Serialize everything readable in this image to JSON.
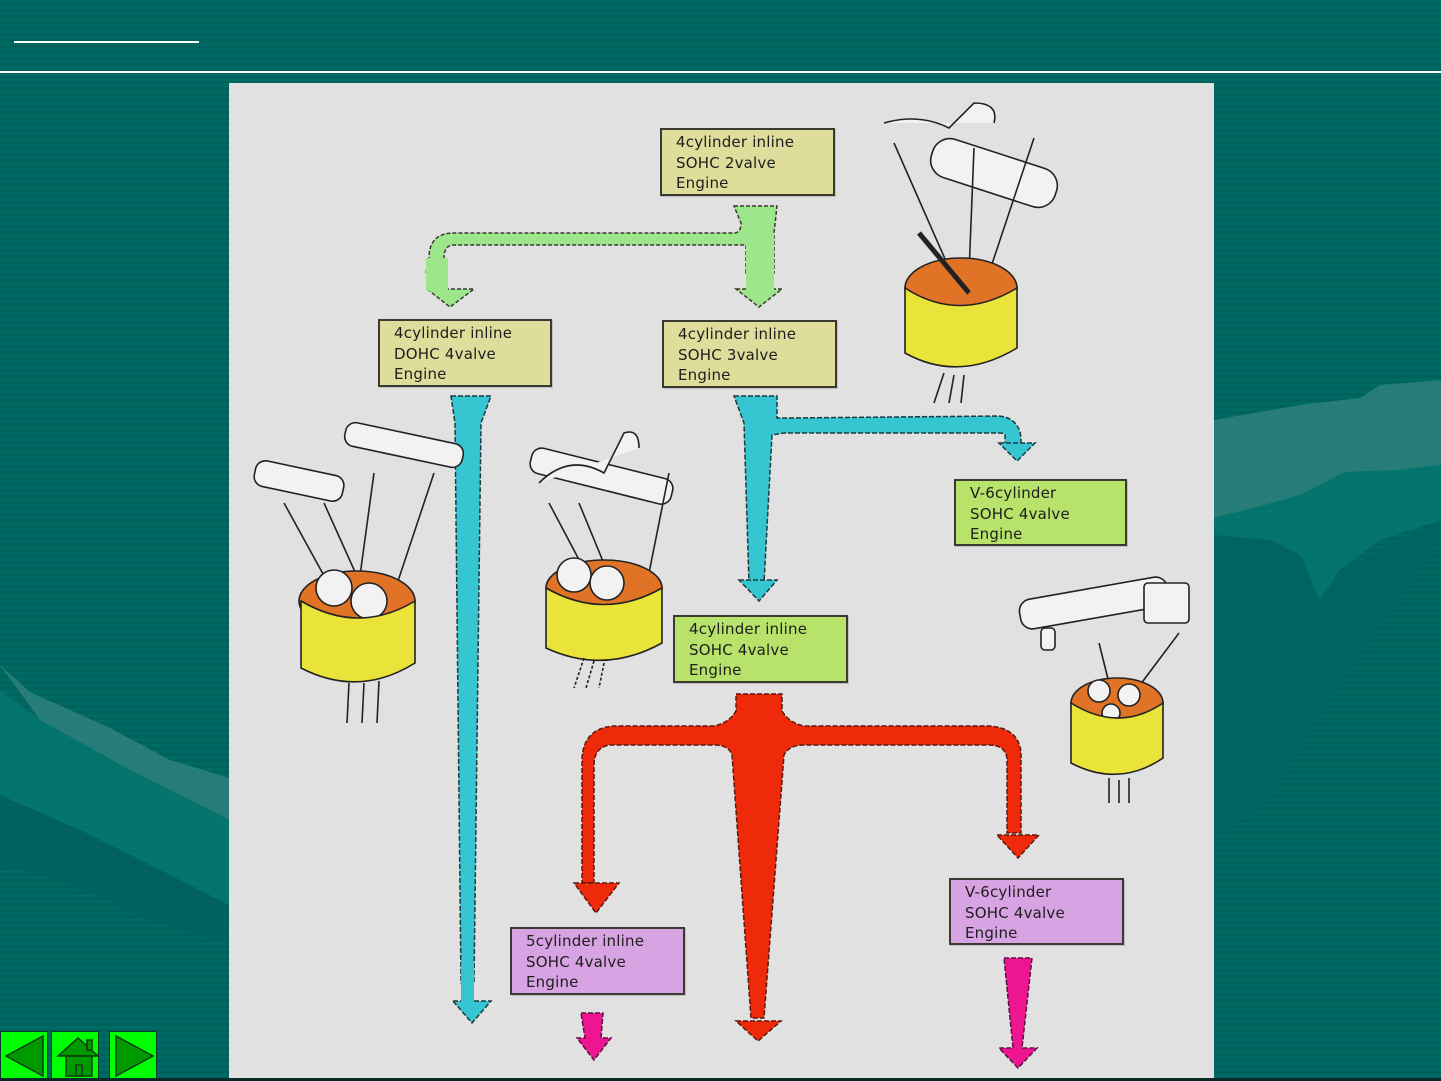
{
  "slide": {
    "title": "",
    "background_color": "#006a65",
    "panel_color": "#e1e1e1"
  },
  "diagram": {
    "type": "engine-evolution-flowchart",
    "nodes": [
      {
        "id": "i4_sohc_2v",
        "lines": [
          "4cylinder inline",
          "SOHC 2valve",
          "Engine"
        ],
        "fill": "#dedd9b"
      },
      {
        "id": "i4_dohc_4v",
        "lines": [
          "4cylinder inline",
          "DOHC 4valve",
          "Engine"
        ],
        "fill": "#dedd9b"
      },
      {
        "id": "i4_sohc_3v",
        "lines": [
          "4cylinder inline",
          "SOHC 3valve",
          "Engine"
        ],
        "fill": "#dedd9b"
      },
      {
        "id": "v6_sohc_4v_a",
        "lines": [
          "V-6cylinder",
          "SOHC 4valve",
          "Engine"
        ],
        "fill": "#b7e36a"
      },
      {
        "id": "i4_sohc_4v",
        "lines": [
          "4cylinder inline",
          "SOHC 4valve",
          "Engine"
        ],
        "fill": "#b7e36a"
      },
      {
        "id": "i5_sohc_4v",
        "lines": [
          "5cylinder inline",
          "SOHC 4valve",
          "Engine"
        ],
        "fill": "#d8a3e3"
      },
      {
        "id": "v6_sohc_4v_b",
        "lines": [
          "V-6cylinder",
          "SOHC 4valve",
          "Engine"
        ],
        "fill": "#d8a3e3"
      }
    ],
    "edges": [
      {
        "from": "i4_sohc_2v",
        "to": "i4_dohc_4v",
        "color": "#9ee68c"
      },
      {
        "from": "i4_sohc_2v",
        "to": "i4_sohc_3v",
        "color": "#9ee68c"
      },
      {
        "from": "i4_dohc_4v",
        "to": "continues",
        "color": "#36c6d2"
      },
      {
        "from": "i4_sohc_3v",
        "to": "v6_sohc_4v_a",
        "color": "#36c6d2"
      },
      {
        "from": "i4_sohc_3v",
        "to": "i4_sohc_4v",
        "color": "#36c6d2"
      },
      {
        "from": "i4_sohc_4v",
        "to": "i5_sohc_4v",
        "color": "#ee2a0a"
      },
      {
        "from": "i4_sohc_4v",
        "to": "continues",
        "color": "#ee2a0a"
      },
      {
        "from": "i4_sohc_4v",
        "to": "v6_sohc_4v_b",
        "color": "#ee2a0a"
      },
      {
        "from": "i5_sohc_4v",
        "to": "continues",
        "color": "#ee1590"
      },
      {
        "from": "v6_sohc_4v_b",
        "to": "continues",
        "color": "#ee1590"
      }
    ],
    "illustrations": [
      "sohc-2valve-engine-illustration",
      "dohc-4valve-engine-illustration",
      "sohc-3valve-engine-illustration",
      "v6-sohc-4valve-engine-illustration"
    ]
  },
  "nav": {
    "prev": {
      "icon": "triangle-left-icon",
      "label": "Previous"
    },
    "home": {
      "icon": "home-icon",
      "label": "Home"
    },
    "next": {
      "icon": "triangle-right-icon",
      "label": "Next"
    }
  }
}
